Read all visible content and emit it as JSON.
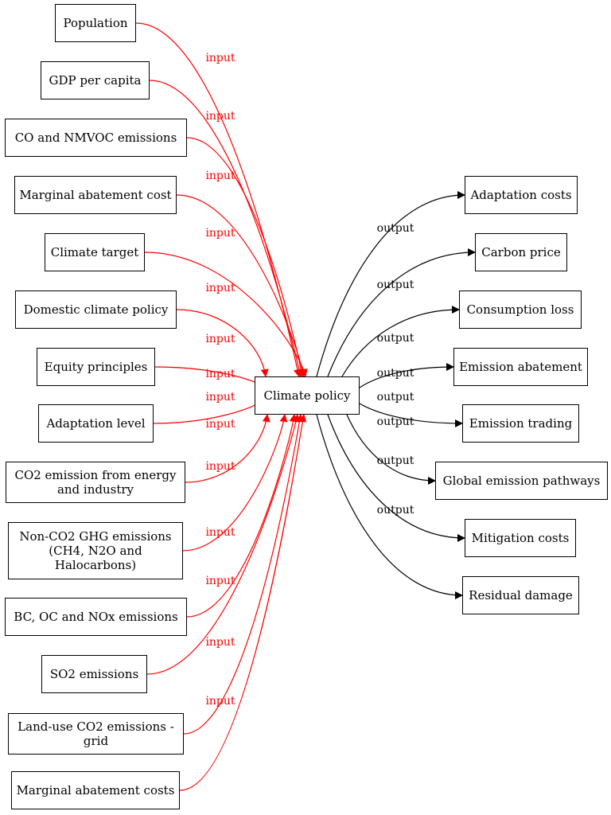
{
  "colors": {
    "input_edge": "#ff0000",
    "output_edge": "#000000",
    "node_border": "#000000",
    "background": "#ffffff"
  },
  "center": {
    "label": "Climate policy"
  },
  "inputs": [
    {
      "label": "Population",
      "edge_label": "input"
    },
    {
      "label": "GDP per capita",
      "edge_label": "input"
    },
    {
      "label": "CO and NMVOC emissions",
      "edge_label": "input"
    },
    {
      "label": "Marginal abatement cost",
      "edge_label": "input"
    },
    {
      "label": "Climate target",
      "edge_label": "input"
    },
    {
      "label": "Domestic climate policy",
      "edge_label": "input"
    },
    {
      "label": "Equity principles",
      "edge_label": "input"
    },
    {
      "label": "Adaptation level",
      "edge_label": "input"
    },
    {
      "label": "CO2 emission from energy\nand industry",
      "edge_label": "input"
    },
    {
      "label": "Non-CO2 GHG emissions\n(CH4, N2O and\nHalocarbons)",
      "edge_label": "input"
    },
    {
      "label": "BC, OC and NOx emissions",
      "edge_label": "input"
    },
    {
      "label": "SO2 emissions",
      "edge_label": "input"
    },
    {
      "label": "Land-use CO2 emissions -\ngrid",
      "edge_label": "input"
    },
    {
      "label": "Marginal abatement costs",
      "edge_label": "input"
    }
  ],
  "outputs": [
    {
      "label": "Adaptation costs",
      "edge_label": "output"
    },
    {
      "label": "Carbon price",
      "edge_label": "output"
    },
    {
      "label": "Consumption loss",
      "edge_label": "output"
    },
    {
      "label": "Emission abatement",
      "edge_label": "output"
    },
    {
      "label": "Emission trading",
      "edge_label": "output"
    },
    {
      "label": "Global emission pathways",
      "edge_label": "output"
    },
    {
      "label": "Mitigation costs",
      "edge_label": "output"
    },
    {
      "label": "Residual damage",
      "edge_label": "output"
    }
  ]
}
